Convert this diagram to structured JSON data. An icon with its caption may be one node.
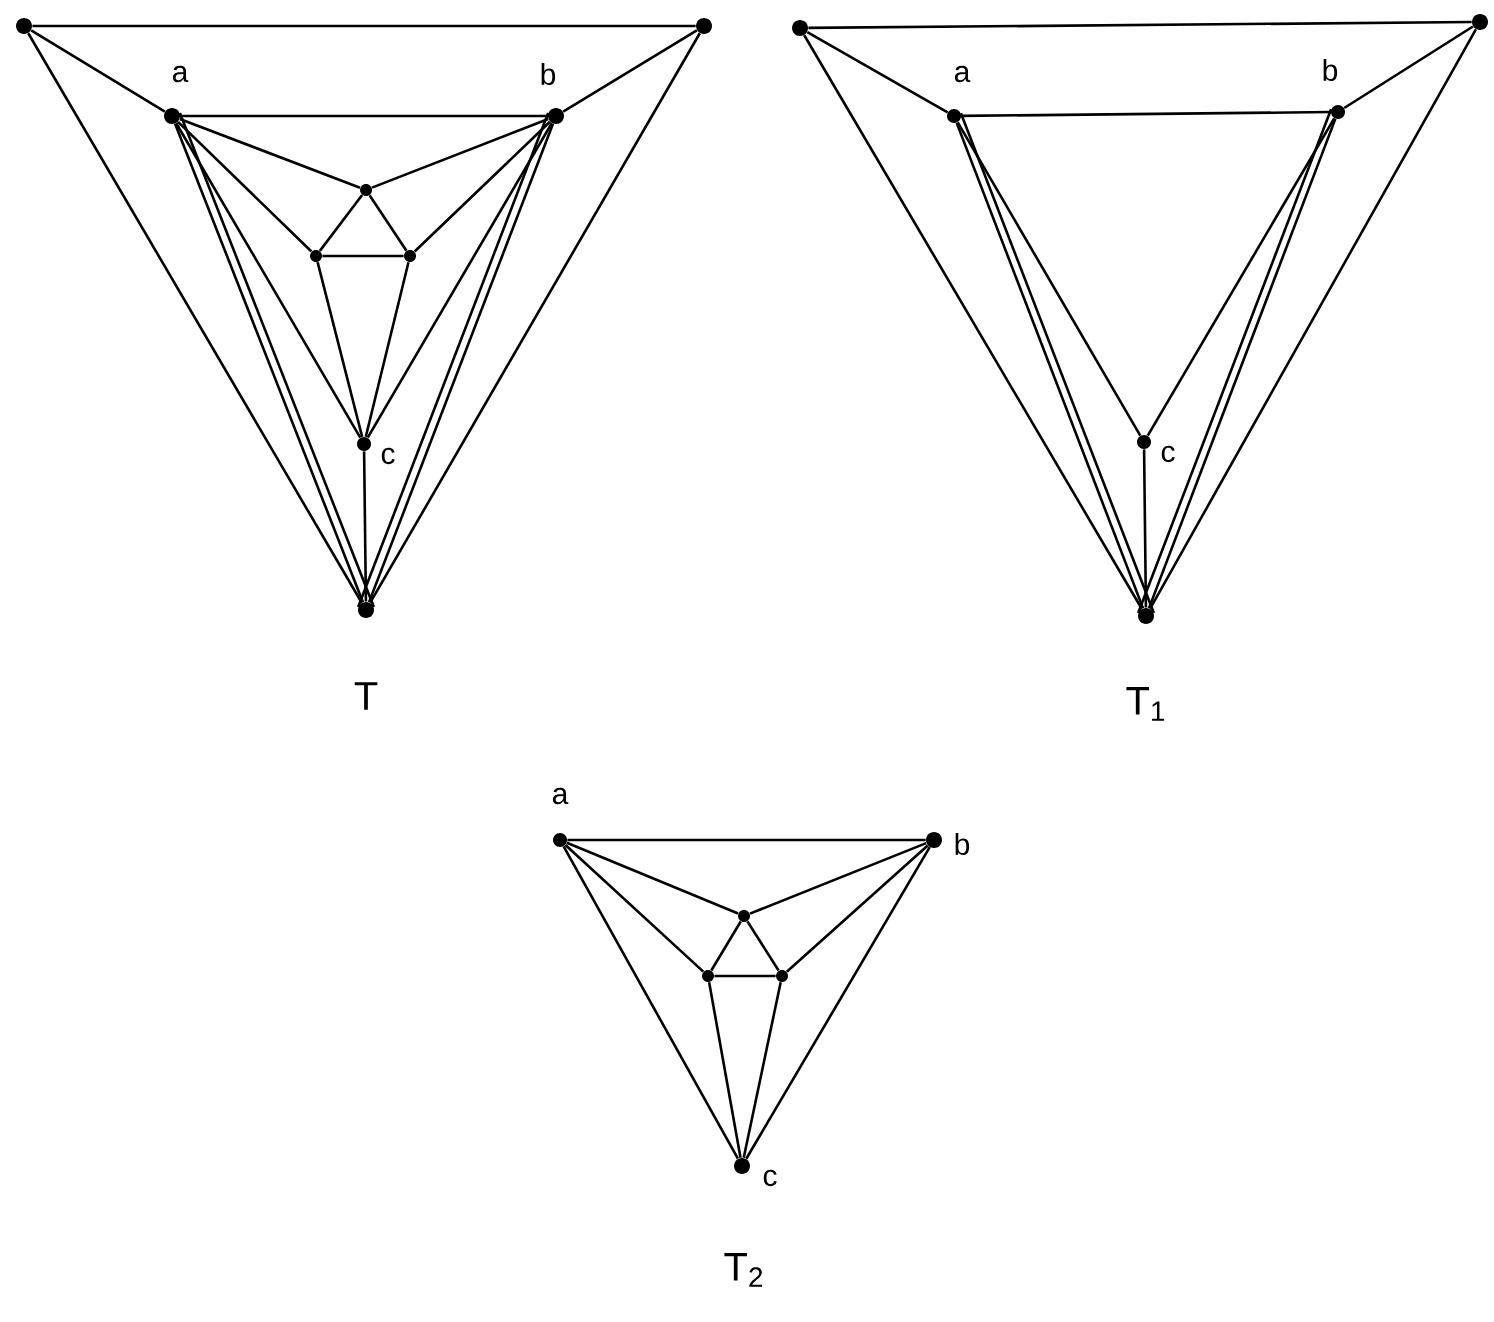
{
  "diagram": {
    "nodes": [
      {
        "text": [],
        "shape": "circle"
      },
      {
        "text": [],
        "shape": "circle"
      },
      {
        "text": [],
        "shape": "circle",
        "beside": [
          "a"
        ]
      },
      {
        "text": [],
        "shape": "circle",
        "beside": [
          "b"
        ]
      },
      {
        "text": [],
        "shape": "circle"
      },
      {
        "text": [],
        "shape": "circle"
      },
      {
        "text": [],
        "shape": "circle"
      },
      {
        "text": [],
        "shape": "circle",
        "beside": [
          "c"
        ]
      },
      {
        "text": [],
        "shape": "circle"
      },
      {
        "text": [],
        "shape": "circle"
      },
      {
        "text": [],
        "shape": "circle"
      },
      {
        "text": [],
        "shape": "circle",
        "beside": [
          "a"
        ]
      },
      {
        "text": [],
        "shape": "circle",
        "beside": [
          "b"
        ]
      },
      {
        "text": [],
        "shape": "circle",
        "beside": [
          "c"
        ]
      },
      {
        "text": [],
        "shape": "circle"
      },
      {
        "text": [],
        "shape": "circle",
        "beside": [
          "a"
        ]
      },
      {
        "text": [],
        "shape": "circle",
        "beside": [
          "b"
        ]
      },
      {
        "text": [],
        "shape": "circle"
      },
      {
        "text": [],
        "shape": "circle"
      },
      {
        "text": [],
        "shape": "circle"
      },
      {
        "text": [],
        "shape": "circle",
        "beside": [
          "c"
        ]
      }
    ],
    "edges": [
      {
        "from": 0,
        "to": 1,
        "arrow": "none"
      },
      {
        "from": 0,
        "to": 2,
        "arrow": "none"
      },
      {
        "from": 1,
        "to": 3,
        "arrow": "none"
      },
      {
        "from": 0,
        "to": 8,
        "arrow": "none"
      },
      {
        "from": 1,
        "to": 8,
        "arrow": "none"
      },
      {
        "from": 2,
        "to": 3,
        "arrow": "none"
      },
      {
        "from": 2,
        "to": 4,
        "arrow": "none"
      },
      {
        "from": 3,
        "to": 4,
        "arrow": "none"
      },
      {
        "from": 4,
        "to": 5,
        "arrow": "none"
      },
      {
        "from": 4,
        "to": 6,
        "arrow": "none"
      },
      {
        "from": 5,
        "to": 6,
        "arrow": "none"
      },
      {
        "from": 2,
        "to": 5,
        "arrow": "none"
      },
      {
        "from": 3,
        "to": 6,
        "arrow": "none"
      },
      {
        "from": 5,
        "to": 7,
        "arrow": "none"
      },
      {
        "from": 6,
        "to": 7,
        "arrow": "none"
      },
      {
        "from": 2,
        "to": 7,
        "arrow": "none"
      },
      {
        "from": 3,
        "to": 7,
        "arrow": "none"
      },
      {
        "from": 7,
        "to": 8,
        "arrow": "none"
      },
      {
        "from": 2,
        "to": 8,
        "arrow": "none"
      },
      {
        "from": 2,
        "to": 8,
        "arrow": "none"
      },
      {
        "from": 3,
        "to": 8,
        "arrow": "none"
      },
      {
        "from": 3,
        "to": 8,
        "arrow": "none"
      },
      {
        "from": 9,
        "to": 10,
        "arrow": "none"
      },
      {
        "from": 9,
        "to": 11,
        "arrow": "none"
      },
      {
        "from": 10,
        "to": 12,
        "arrow": "none"
      },
      {
        "from": 9,
        "to": 14,
        "arrow": "none"
      },
      {
        "from": 10,
        "to": 14,
        "arrow": "none"
      },
      {
        "from": 11,
        "to": 12,
        "arrow": "none"
      },
      {
        "from": 11,
        "to": 13,
        "arrow": "none"
      },
      {
        "from": 12,
        "to": 13,
        "arrow": "none"
      },
      {
        "from": 13,
        "to": 14,
        "arrow": "none"
      },
      {
        "from": 11,
        "to": 14,
        "arrow": "none"
      },
      {
        "from": 11,
        "to": 14,
        "arrow": "none"
      },
      {
        "from": 12,
        "to": 14,
        "arrow": "none"
      },
      {
        "from": 12,
        "to": 14,
        "arrow": "none"
      },
      {
        "from": 15,
        "to": 16,
        "arrow": "none"
      },
      {
        "from": 15,
        "to": 17,
        "arrow": "none"
      },
      {
        "from": 16,
        "to": 17,
        "arrow": "none"
      },
      {
        "from": 17,
        "to": 18,
        "arrow": "none"
      },
      {
        "from": 17,
        "to": 19,
        "arrow": "none"
      },
      {
        "from": 18,
        "to": 19,
        "arrow": "none"
      },
      {
        "from": 15,
        "to": 18,
        "arrow": "none"
      },
      {
        "from": 16,
        "to": 19,
        "arrow": "none"
      },
      {
        "from": 18,
        "to": 20,
        "arrow": "none"
      },
      {
        "from": 19,
        "to": 20,
        "arrow": "none"
      },
      {
        "from": 15,
        "to": 20,
        "arrow": "none"
      },
      {
        "from": 16,
        "to": 20,
        "arrow": "none"
      }
    ],
    "labels": [
      "T",
      "T$_{1}$",
      "T$_{2}$"
    ]
  }
}
